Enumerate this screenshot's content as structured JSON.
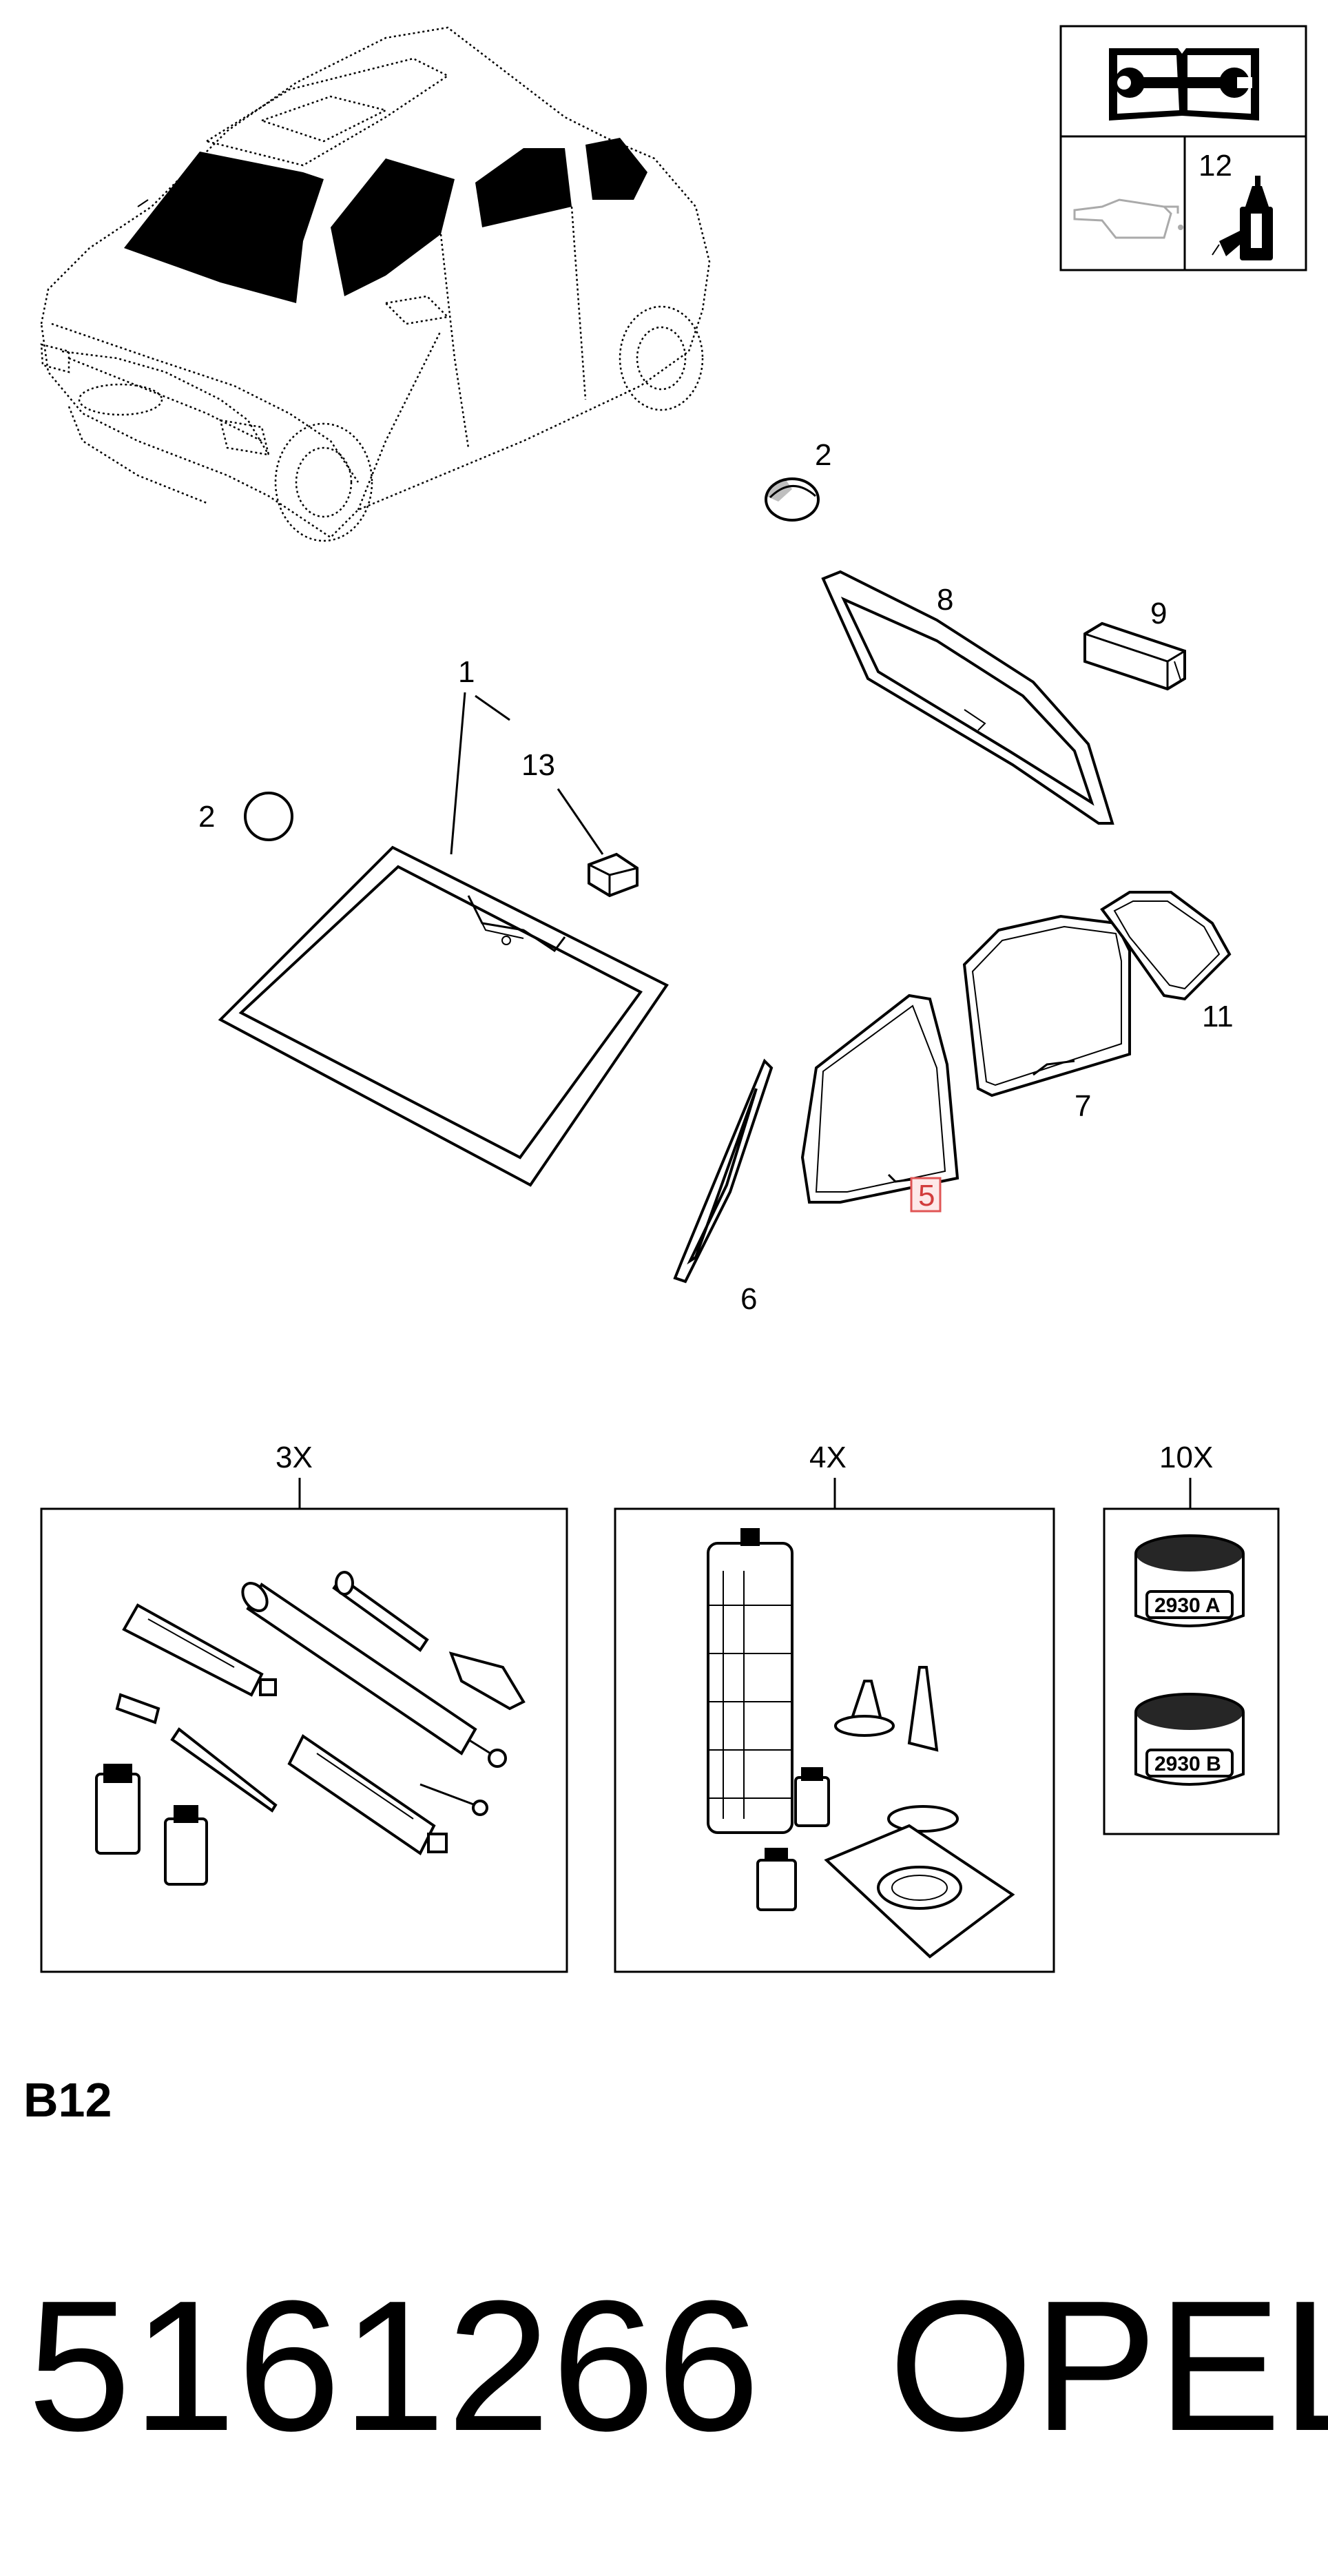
{
  "callouts": {
    "c1": "1",
    "c2a": "2",
    "c2b": "2",
    "c5": "5",
    "c6": "6",
    "c7": "7",
    "c8": "8",
    "c9": "9",
    "c11": "11",
    "c12": "12",
    "c13": "13"
  },
  "kits": {
    "k3": "3X",
    "k4": "4X",
    "k10": "10X"
  },
  "jar_labels": {
    "a": "2930 A",
    "b": "2930 B"
  },
  "icons": {
    "manual": "repair-manual-wrench-icon",
    "oil": "oil-can-icon",
    "bottle": "adhesive-bottle-icon"
  },
  "colors": {
    "highlight_fill": "#fde8e8",
    "highlight_stroke": "#e05555",
    "highlight_text": "#d23c3c"
  },
  "section_code": "B12",
  "part_number": "5161266",
  "brand": "OPEL"
}
